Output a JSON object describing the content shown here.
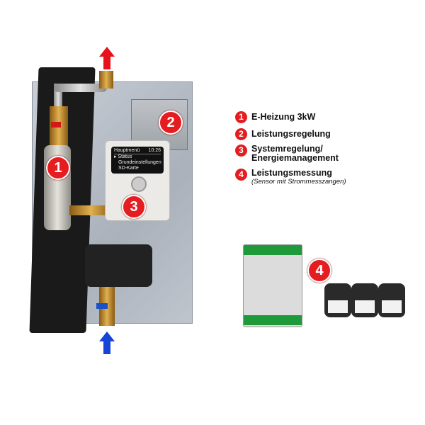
{
  "legend": [
    {
      "num": "1",
      "label": "E-Heizung 3kW"
    },
    {
      "num": "2",
      "label": "Leistungsregelung"
    },
    {
      "num": "3",
      "label": "Systemregelung/",
      "label2": "Energiemanagement"
    },
    {
      "num": "4",
      "label": "Leistungsmessung",
      "note": "(Sensor mit Strommesszangen)"
    }
  ],
  "controller": {
    "title": "Hauptmenü",
    "time": "10:26",
    "items": [
      "Status",
      "Grundeinstellungen",
      "SD-Karte"
    ]
  },
  "colors": {
    "badge": "#e51d20",
    "arrow_out": "#e8121b",
    "arrow_in": "#1445d8"
  }
}
